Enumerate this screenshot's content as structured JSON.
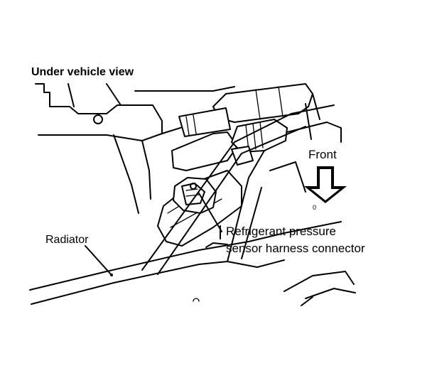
{
  "diagram": {
    "view_title": "Under vehicle view",
    "front_label": "Front",
    "front_arrow_sublabel": "0",
    "radiator_label": "Radiator",
    "sensor_label_line1": "Refrigerant pressure",
    "sensor_label_line2": "sensor harness connector",
    "ink_color": "#000000",
    "background_color": "#ffffff"
  }
}
